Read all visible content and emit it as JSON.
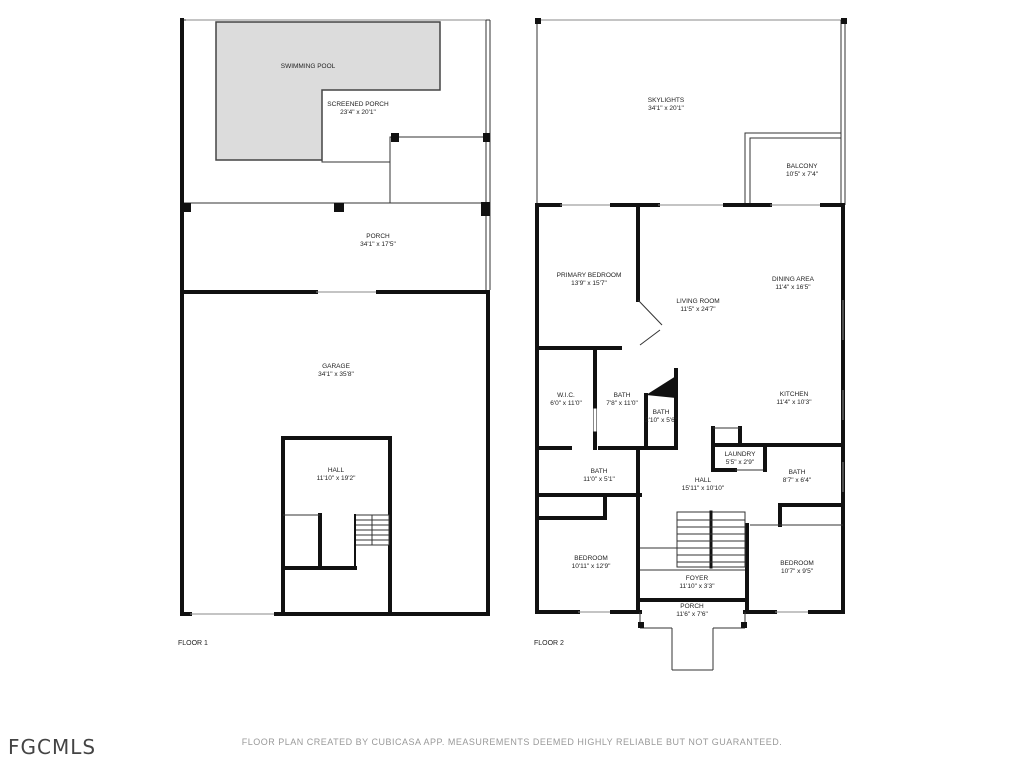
{
  "floor1": {
    "label": "FLOOR 1",
    "rooms": {
      "pool": {
        "name": "SWIMMING POOL",
        "dims": ""
      },
      "screened_porch": {
        "name": "SCREENED PORCH",
        "dims": "23'4\" x 20'1\""
      },
      "porch": {
        "name": "PORCH",
        "dims": "34'1\" x 17'5\""
      },
      "garage": {
        "name": "GARAGE",
        "dims": "34'1\" x 35'8\""
      },
      "hall": {
        "name": "HALL",
        "dims": "11'10\" x 19'2\""
      }
    }
  },
  "floor2": {
    "label": "FLOOR 2",
    "rooms": {
      "skylights": {
        "name": "SKYLIGHTS",
        "dims": "34'1\" x 20'1\""
      },
      "balcony": {
        "name": "BALCONY",
        "dims": "10'5\" x 7'4\""
      },
      "primary_bedroom": {
        "name": "PRIMARY BEDROOM",
        "dims": "13'9\" x 15'7\""
      },
      "living_room": {
        "name": "LIVING ROOM",
        "dims": "11'5\" x 24'7\""
      },
      "dining_area": {
        "name": "DINING AREA",
        "dims": "11'4\" x 16'5\""
      },
      "wic": {
        "name": "W.I.C.",
        "dims": "6'0\" x 11'0\""
      },
      "bath_primary": {
        "name": "BATH",
        "dims": "7'8\" x 11'0\""
      },
      "bath_small": {
        "name": "BATH",
        "dims": "2'10\" x 5'6\""
      },
      "kitchen": {
        "name": "KITCHEN",
        "dims": "11'4\" x 10'3\""
      },
      "laundry": {
        "name": "LAUNDRY",
        "dims": "5'5\" x 2'9\""
      },
      "bath_hall": {
        "name": "BATH",
        "dims": "11'0\" x 5'1\""
      },
      "hall": {
        "name": "HALL",
        "dims": "15'11\" x 10'10\""
      },
      "bath_right": {
        "name": "BATH",
        "dims": "8'7\" x 6'4\""
      },
      "bedroom_left": {
        "name": "BEDROOM",
        "dims": "10'11\" x 12'9\""
      },
      "bedroom_right": {
        "name": "BEDROOM",
        "dims": "10'7\" x 9'5\""
      },
      "foyer": {
        "name": "FOYER",
        "dims": "11'10\" x 3'3\""
      },
      "porch": {
        "name": "PORCH",
        "dims": "11'6\" x 7'6\""
      }
    }
  },
  "footer": {
    "logo": "FGCMLS",
    "disclaimer": "FLOOR PLAN CREATED BY CUBICASA APP. MEASUREMENTS DEEMED HIGHLY RELIABLE BUT NOT GUARANTEED."
  }
}
